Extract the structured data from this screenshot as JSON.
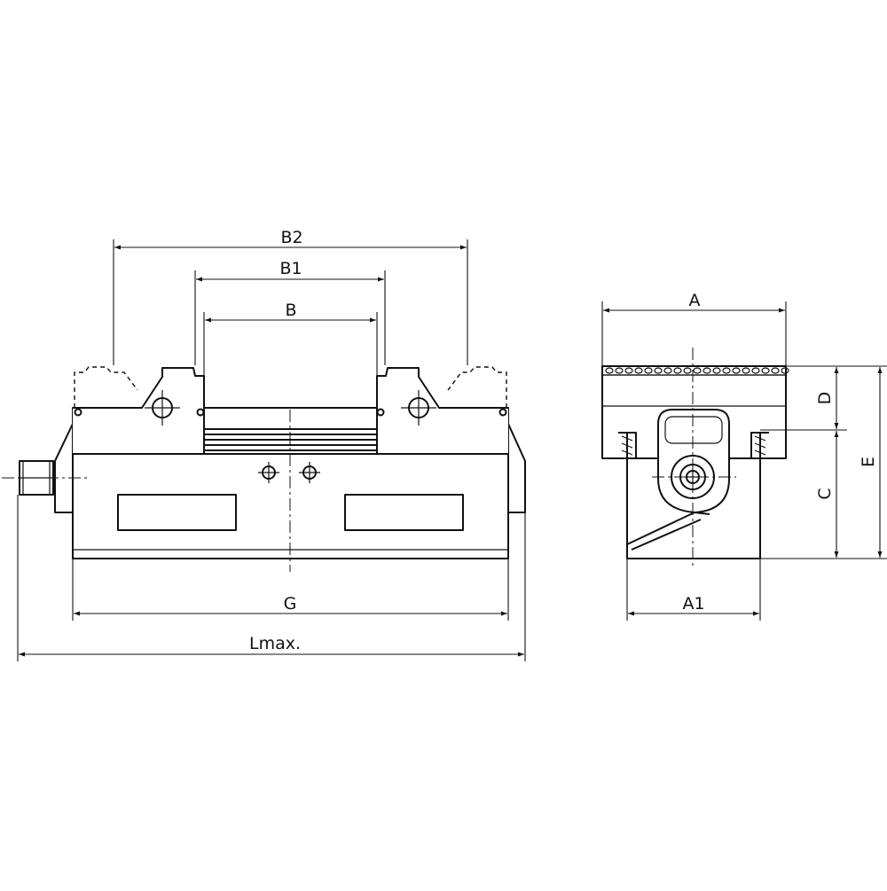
{
  "front_view": {
    "labels": {
      "B2": "B2",
      "B1": "B1",
      "B": "B",
      "G": "G",
      "Lmax": "Lmax."
    }
  },
  "side_view": {
    "labels": {
      "A": "A",
      "A1": "A1",
      "C": "C",
      "D": "D",
      "E": "E"
    }
  }
}
